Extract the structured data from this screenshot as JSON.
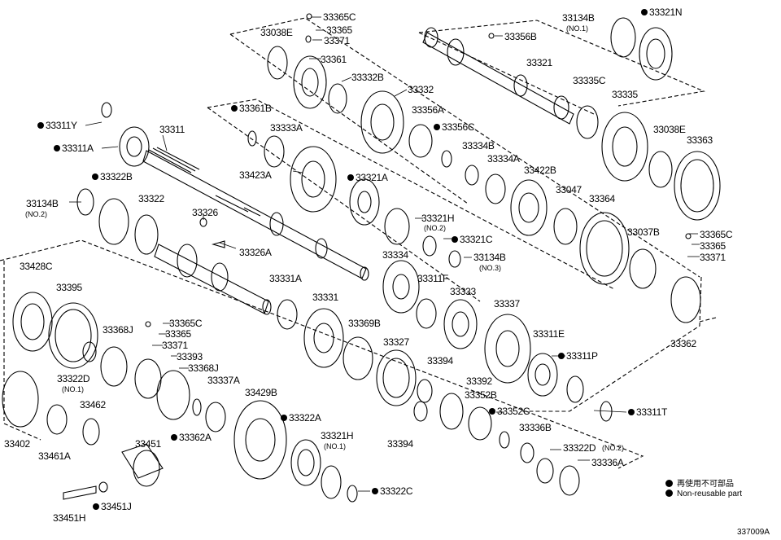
{
  "labels": [
    {
      "id": "l01",
      "text": "33365C",
      "nr": false
    },
    {
      "id": "l02",
      "text": "33365",
      "nr": false
    },
    {
      "id": "l03",
      "text": "33038E",
      "nr": false
    },
    {
      "id": "l04",
      "text": "33371",
      "nr": false
    },
    {
      "id": "l05",
      "text": "33361",
      "nr": false
    },
    {
      "id": "l06",
      "text": "33332B",
      "nr": false
    },
    {
      "id": "l07",
      "text": "33332",
      "nr": false
    },
    {
      "id": "l08",
      "text": "33361B",
      "nr": true
    },
    {
      "id": "l09",
      "text": "33333A",
      "nr": false
    },
    {
      "id": "l10",
      "text": "33356A",
      "nr": false
    },
    {
      "id": "l11",
      "text": "33356C",
      "nr": true
    },
    {
      "id": "l12",
      "text": "33311Y",
      "nr": true
    },
    {
      "id": "l13",
      "text": "33311",
      "nr": false
    },
    {
      "id": "l14",
      "text": "33311A",
      "nr": true
    },
    {
      "id": "l15",
      "text": "33423A",
      "nr": false
    },
    {
      "id": "l16",
      "text": "33321A",
      "nr": true
    },
    {
      "id": "l17",
      "text": "33322B",
      "nr": true
    },
    {
      "id": "l18",
      "text": "33134B",
      "nr": false
    },
    {
      "id": "l19",
      "text": "33322",
      "nr": false
    },
    {
      "id": "l20",
      "text": "33326",
      "nr": false
    },
    {
      "id": "l21",
      "text": "33326A",
      "nr": false
    },
    {
      "id": "l22",
      "text": "33321H",
      "nr": false
    },
    {
      "id": "l23",
      "text": "33321C",
      "nr": true
    },
    {
      "id": "l24",
      "text": "33334",
      "nr": false
    },
    {
      "id": "l25",
      "text": "33134B",
      "nr": false
    },
    {
      "id": "l26",
      "text": "33428C",
      "nr": false
    },
    {
      "id": "l27",
      "text": "33395",
      "nr": false
    },
    {
      "id": "l28",
      "text": "33331A",
      "nr": false
    },
    {
      "id": "l29",
      "text": "33331",
      "nr": false
    },
    {
      "id": "l30",
      "text": "33311F",
      "nr": false
    },
    {
      "id": "l31",
      "text": "33333",
      "nr": false
    },
    {
      "id": "l32",
      "text": "33337",
      "nr": false
    },
    {
      "id": "l33",
      "text": "33365C",
      "nr": false
    },
    {
      "id": "l34",
      "text": "33365",
      "nr": false
    },
    {
      "id": "l35",
      "text": "33371",
      "nr": false
    },
    {
      "id": "l36",
      "text": "33368J",
      "nr": false
    },
    {
      "id": "l37",
      "text": "33393",
      "nr": false
    },
    {
      "id": "l38",
      "text": "33368J",
      "nr": false
    },
    {
      "id": "l39",
      "text": "33369B",
      "nr": false
    },
    {
      "id": "l40",
      "text": "33327",
      "nr": false
    },
    {
      "id": "l41",
      "text": "33311E",
      "nr": false
    },
    {
      "id": "l42",
      "text": "33311P",
      "nr": true
    },
    {
      "id": "l43",
      "text": "33322D",
      "nr": false
    },
    {
      "id": "l44",
      "text": "33337A",
      "nr": false
    },
    {
      "id": "l45",
      "text": "33394",
      "nr": false
    },
    {
      "id": "l46",
      "text": "33392",
      "nr": false
    },
    {
      "id": "l47",
      "text": "33429B",
      "nr": false
    },
    {
      "id": "l48",
      "text": "33352B",
      "nr": false
    },
    {
      "id": "l49",
      "text": "33352C",
      "nr": true
    },
    {
      "id": "l50",
      "text": "33311T",
      "nr": true
    },
    {
      "id": "l51",
      "text": "33462",
      "nr": false
    },
    {
      "id": "l52",
      "text": "33322A",
      "nr": true
    },
    {
      "id": "l53",
      "text": "33336B",
      "nr": false
    },
    {
      "id": "l54",
      "text": "33402",
      "nr": false
    },
    {
      "id": "l55",
      "text": "33461A",
      "nr": false
    },
    {
      "id": "l56",
      "text": "33451",
      "nr": false
    },
    {
      "id": "l57",
      "text": "33362A",
      "nr": true
    },
    {
      "id": "l58",
      "text": "33321H",
      "nr": false
    },
    {
      "id": "l59",
      "text": "33394",
      "nr": false
    },
    {
      "id": "l60",
      "text": "33322D",
      "nr": false
    },
    {
      "id": "l61",
      "text": "33336A",
      "nr": false
    },
    {
      "id": "l62",
      "text": "33451J",
      "nr": true
    },
    {
      "id": "l63",
      "text": "33451H",
      "nr": false
    },
    {
      "id": "l64",
      "text": "33322C",
      "nr": true
    },
    {
      "id": "l65",
      "text": "33134B",
      "nr": false
    },
    {
      "id": "l66",
      "text": "33321N",
      "nr": true
    },
    {
      "id": "l67",
      "text": "33356B",
      "nr": false
    },
    {
      "id": "l68",
      "text": "33321",
      "nr": false
    },
    {
      "id": "l69",
      "text": "33335C",
      "nr": false
    },
    {
      "id": "l70",
      "text": "33335",
      "nr": false
    },
    {
      "id": "l71",
      "text": "33038E",
      "nr": false
    },
    {
      "id": "l72",
      "text": "33363",
      "nr": false
    },
    {
      "id": "l73",
      "text": "33334B",
      "nr": false
    },
    {
      "id": "l74",
      "text": "33334A",
      "nr": false
    },
    {
      "id": "l75",
      "text": "33422B",
      "nr": false
    },
    {
      "id": "l76",
      "text": "33047",
      "nr": false
    },
    {
      "id": "l77",
      "text": "33364",
      "nr": false
    },
    {
      "id": "l78",
      "text": "33037B",
      "nr": false
    },
    {
      "id": "l79",
      "text": "33365C",
      "nr": false
    },
    {
      "id": "l80",
      "text": "33365",
      "nr": false
    },
    {
      "id": "l81",
      "text": "33371",
      "nr": false
    },
    {
      "id": "l82",
      "text": "33362",
      "nr": false
    }
  ],
  "sublabels": [
    {
      "id": "s1",
      "text": "(NO.2)"
    },
    {
      "id": "s2",
      "text": "(NO.2)"
    },
    {
      "id": "s3",
      "text": "(NO.3)"
    },
    {
      "id": "s4",
      "text": "(NO.1)"
    },
    {
      "id": "s5",
      "text": "(NO.1)"
    },
    {
      "id": "s6",
      "text": "(NO.2)"
    },
    {
      "id": "s7",
      "text": "(NO.1)"
    }
  ],
  "legend": {
    "jp": "再使用不可部品",
    "en": "Non-reusable part"
  },
  "figure_code": "337009A"
}
